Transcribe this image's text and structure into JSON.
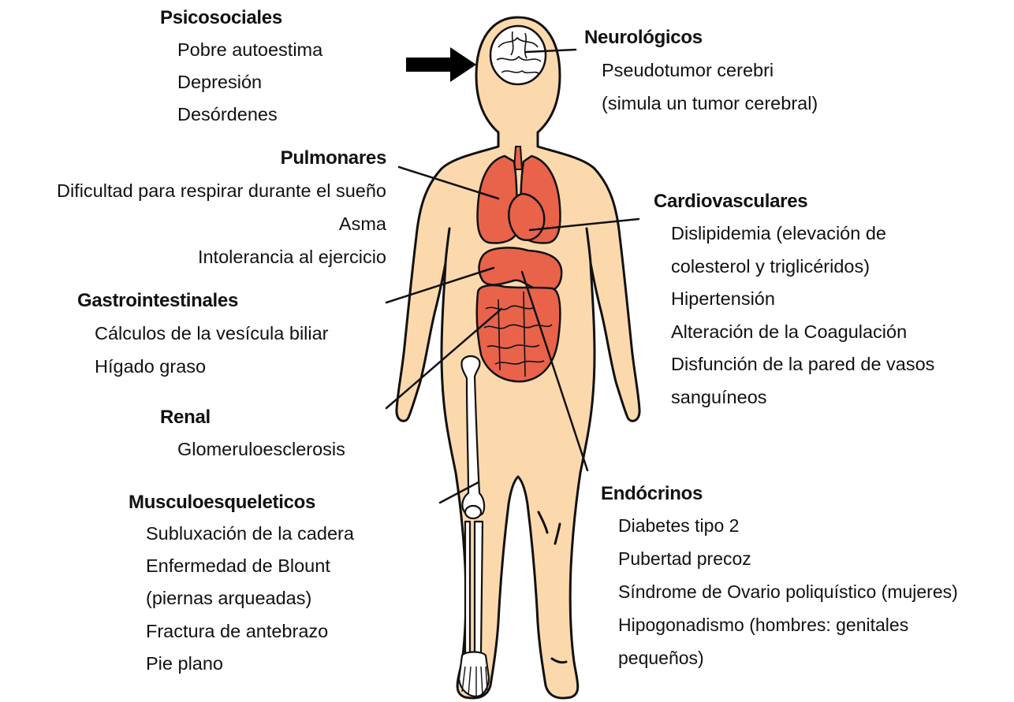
{
  "colors": {
    "skin": "#fcd9ac",
    "organ": "#e8634a",
    "outline": "#111111",
    "bone": "#ffffff"
  },
  "groups": {
    "psicosociales": {
      "title": "Psicosociales",
      "items": [
        "Pobre autoestima",
        "Depresión",
        "Desórdenes"
      ]
    },
    "neurologicos": {
      "title": "Neurológicos",
      "items": [
        "Pseudotumor cerebri",
        "(simula un tumor cerebral)"
      ]
    },
    "pulmonares": {
      "title": "Pulmonares",
      "items": [
        "Dificultad para respirar durante el sueño",
        "Asma",
        "Intolerancia al ejercicio"
      ]
    },
    "cardiovasculares": {
      "title": "Cardiovasculares",
      "items": [
        "Dislipidemia (elevación de",
        "colesterol y triglicéridos)",
        "Hipertensión",
        "Alteración de la Coagulación",
        "Disfunción de la pared de vasos",
        "sanguíneos"
      ]
    },
    "gastrointestinales": {
      "title": "Gastrointestinales",
      "items": [
        "Cálculos de la vesícula biliar",
        "Hígado graso"
      ]
    },
    "renal": {
      "title": "Renal",
      "items": [
        "Glomeruloesclerosis"
      ]
    },
    "musculoesqueleticos": {
      "title": "Musculoesqueleticos",
      "items": [
        "Subluxación de la cadera",
        "Enfermedad de Blount",
        "(piernas arqueadas)",
        "Fractura de antebrazo",
        "Pie plano"
      ]
    },
    "endocrinos": {
      "title": "Endócrinos",
      "items": [
        "Diabetes tipo 2",
        "Pubertad precoz",
        "Síndrome de Ovario poliquístico (mujeres)",
        "Hipogonadismo (hombres: genitales",
        "pequeños)"
      ]
    }
  }
}
